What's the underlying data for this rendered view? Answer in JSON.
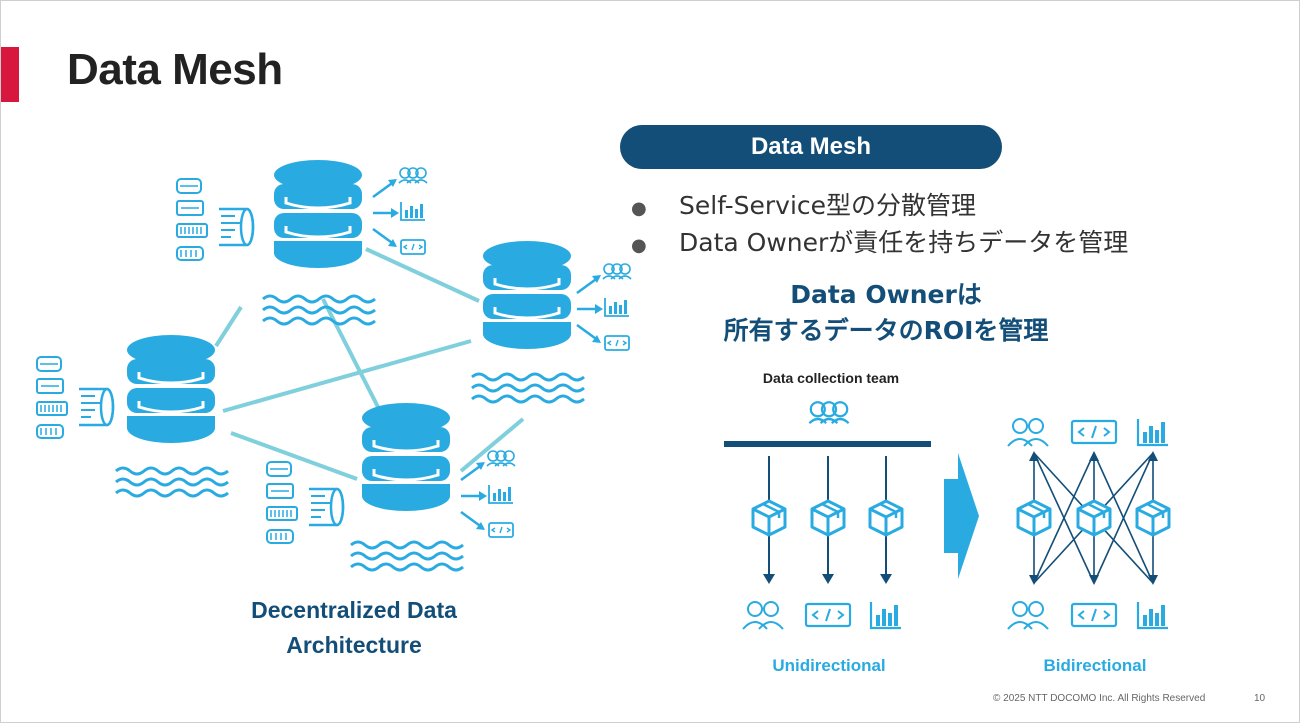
{
  "slide": {
    "title": "Data Mesh",
    "pill_label": "Data Mesh",
    "bullets": [
      "Self-Service型の分散管理",
      "Data Ownerが責任を持ちデータを管理"
    ],
    "bullet_marker": "●",
    "owner_statement": [
      "Data Ownerは",
      "所有するデータのROIを管理"
    ],
    "architecture_caption": [
      "Decentralized Data",
      "Architecture"
    ],
    "team_label": "Data collection team",
    "unidirectional_label": "Unidirectional",
    "bidirectional_label": "Bidirectional",
    "footer": "© 2025 NTT DOCOMO Inc. All Rights Reserved",
    "page_number": "10"
  },
  "colors": {
    "accent": "#d7173e",
    "navy": "#134e78",
    "sky": "#29abe2",
    "link": "#7fd0dc"
  },
  "icons": [
    "database-icon",
    "waves-icon",
    "storage-stack-icon",
    "users-icon",
    "code-icon",
    "bar-chart-icon",
    "package-icon",
    "arrow-right-icon"
  ]
}
